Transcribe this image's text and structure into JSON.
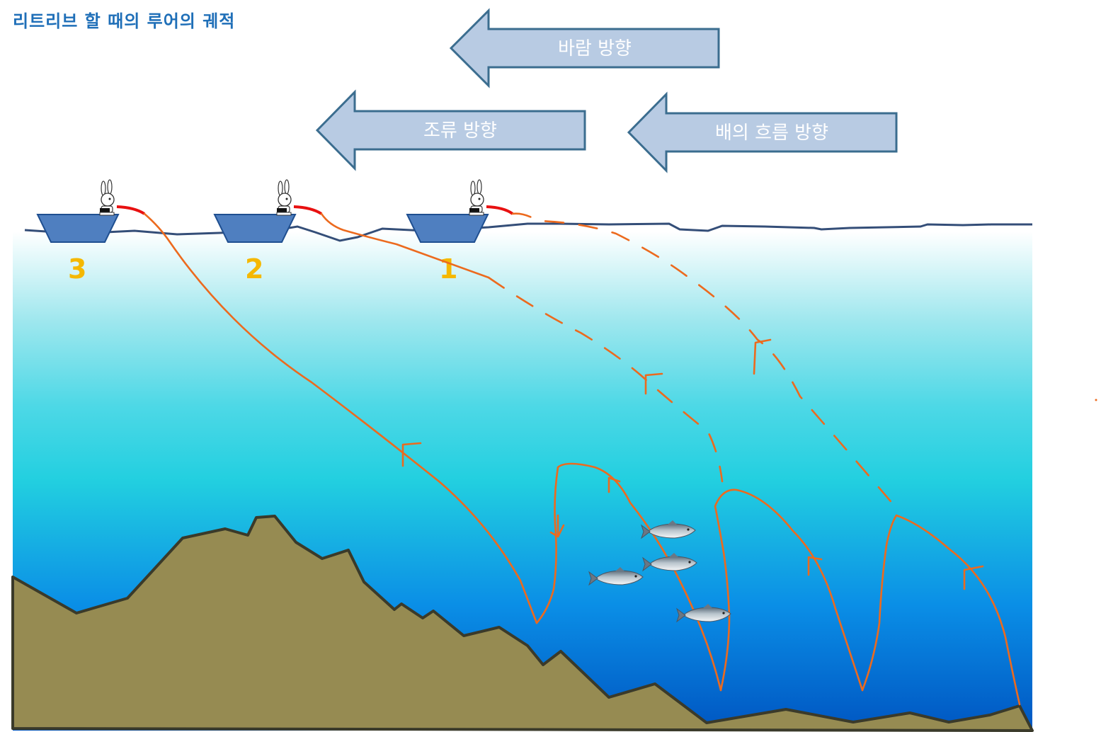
{
  "title": "리트리브 할 때의 루어의 궤적",
  "arrows": {
    "wind": "바람 방향",
    "tide": "조류 방향",
    "boat_drift": "배의 흐름 방향"
  },
  "boats": [
    "1",
    "2",
    "3"
  ],
  "colors": {
    "title": "#1f6fb8",
    "arrow_fill": "#b8cbe3",
    "arrow_stroke": "#3b6d8f",
    "boat": "#4f7fc0",
    "boat_number": "#f5b800",
    "line": "#ec6a1e",
    "rod_tip": "#e81010",
    "seabed": "#968b52",
    "seabed_outline": "#3a3a2a",
    "water_top": "#ffffff",
    "water_mid": "#22cfe0",
    "water_bottom": "#0058c4"
  },
  "icons": [
    "angler-rabbit-icon",
    "fish-icon"
  ]
}
